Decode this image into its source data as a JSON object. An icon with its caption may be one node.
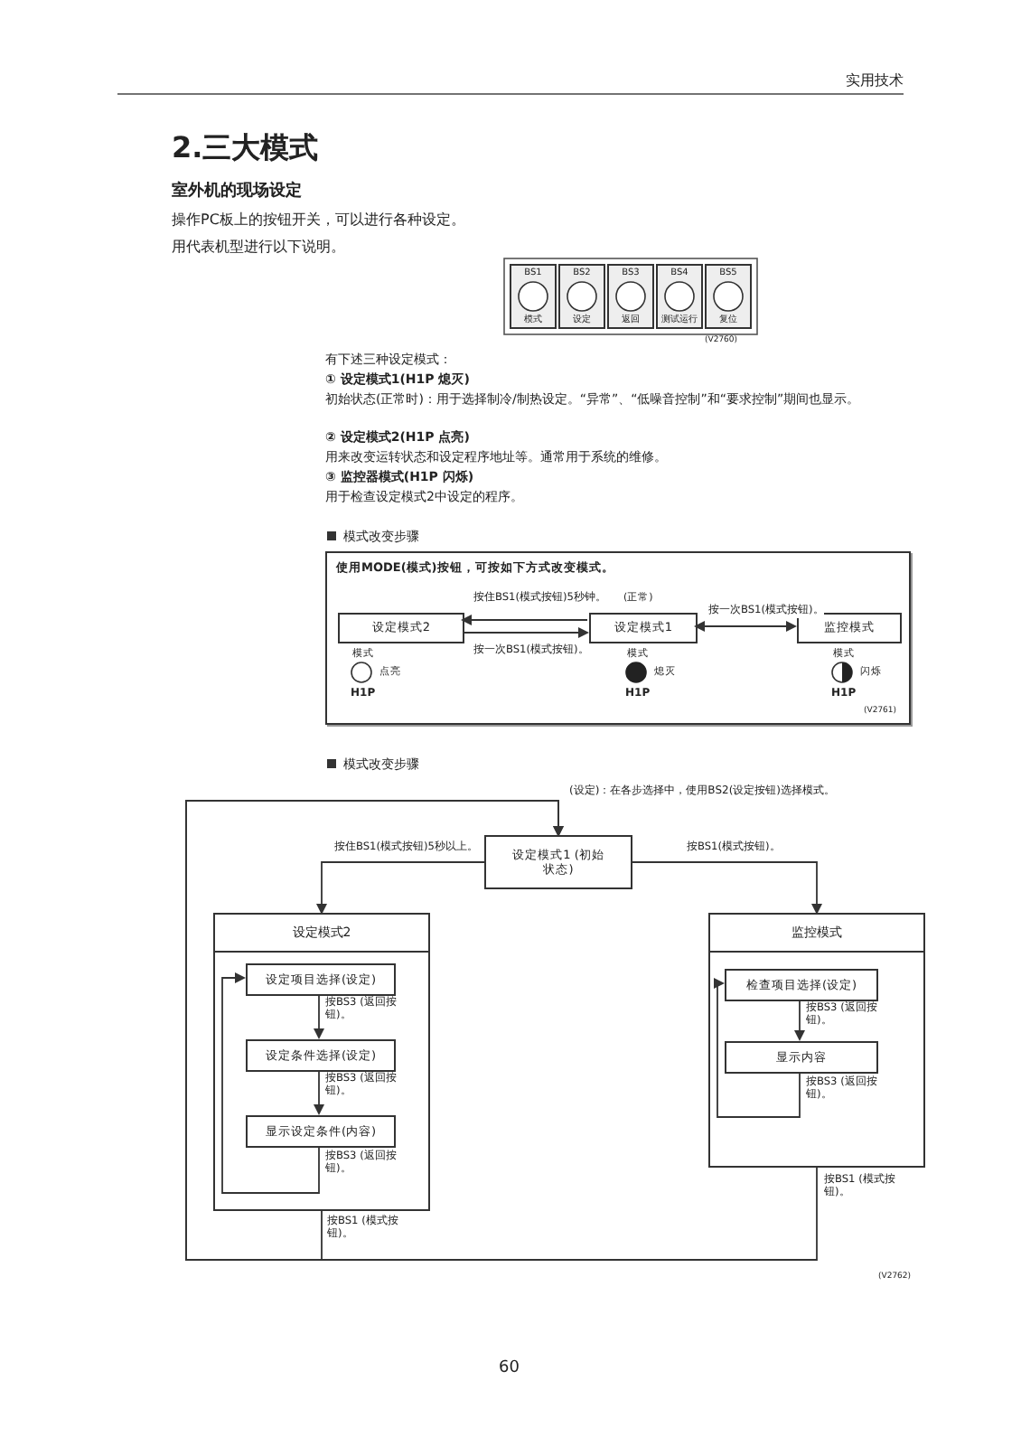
{
  "diagram": {
    "title": "2.三大模式",
    "nodes": [
      {
        "text": [
          "BS1",
          "模式"
        ]
      },
      {
        "text": [
          "BS2",
          "设定"
        ]
      },
      {
        "text": [
          "BS3",
          "返回"
        ]
      },
      {
        "text": [
          "BS4",
          "测试运行"
        ]
      },
      {
        "text": [
          "BS5",
          "复位"
        ]
      },
      {
        "text": [
          "使用MODE(模式)按钮，可按如下方式改变模式。"
        ]
      },
      {
        "text": [
          "设定模式2"
        ],
        "in": 5,
        "beside": [
          "模式",
          "点亮",
          "H1P"
        ]
      },
      {
        "text": [
          "设定模式1"
        ],
        "in": 5,
        "beside": [
          "(正常)",
          "模式",
          "熄灭",
          "H1P"
        ]
      },
      {
        "text": [
          "监控模式"
        ],
        "in": 5,
        "beside": [
          "模式",
          "闪烁",
          "H1P"
        ]
      },
      {
        "text": [
          "设定模式1 (初始状态)"
        ]
      },
      {
        "text": [
          "设定模式2"
        ]
      },
      {
        "text": [
          "设定项目选择(设定)"
        ],
        "in": 10
      },
      {
        "text": [
          "设定条件选择(设定)"
        ],
        "in": 10
      },
      {
        "text": [
          "显示设定条件(内容)"
        ],
        "in": 10
      },
      {
        "text": [
          "监控模式"
        ]
      },
      {
        "text": [
          "检查项目选择(设定)"
        ],
        "in": 14
      },
      {
        "text": [
          "显示内容"
        ],
        "in": 14
      }
    ],
    "edges": [
      {
        "from": 7,
        "to": 6,
        "arrow": "to",
        "label": "按住BS1(模式按钮)5秒钟。"
      },
      {
        "from": 6,
        "to": 7,
        "arrow": "to",
        "label": "按一次BS1(模式按钮)。"
      },
      {
        "from": 7,
        "to": 8,
        "arrow": "both",
        "label": "按一次BS1(模式按钮)。"
      },
      {
        "from": 9,
        "to": 10,
        "arrow": "to",
        "label": "按住BS1(模式按钮)5秒以上。"
      },
      {
        "from": 9,
        "to": 14,
        "arrow": "to",
        "label": "按BS1(模式按钮)。"
      },
      {
        "from": 11,
        "to": 12,
        "arrow": "to",
        "label": "按BS3 (返回按钮)。"
      },
      {
        "from": 12,
        "to": 13,
        "arrow": "to",
        "label": "按BS3 (返回按钮)。"
      },
      {
        "from": 13,
        "to": 11,
        "arrow": "to",
        "label": "按BS3 (返回按钮)。"
      },
      {
        "from": 15,
        "to": 16,
        "arrow": "to",
        "label": "按BS3 (返回按钮)。"
      },
      {
        "from": 16,
        "to": 15,
        "arrow": "to",
        "label": "按BS3 (返回按钮)。"
      },
      {
        "from": 10,
        "to": 9,
        "arrow": "to",
        "label": "按BS1 (模式按钮)。"
      },
      {
        "from": 14,
        "to": 9,
        "arrow": "to",
        "label": "按BS1 (模式按钮)。"
      }
    ],
    "labels": [
      "实用技术",
      "室外机的现场设定",
      "操作PC板上的按钮开关，可以进行各种设定。",
      "用代表机型进行以下说明。",
      "(V2760)",
      "有下述三种设定模式：",
      "① 设定模式1(H1P 熄灭)",
      "初始状态(正常时)：用于选择制冷/制热设定。“异常”、“低噪音控制”和“要求控制”期间也显示。",
      "② 设定模式2(H1P 点亮)",
      "用来改变运转状态和设定程序地址等。通常用于系统的维修。",
      "③ 监控器模式(H1P 闪烁)",
      "用于检查设定模式2中设定的程序。",
      "模式改变步骤",
      "(V2761)",
      "模式改变步骤",
      "(设定)：在各步选择中，使用BS2(设定按钮)选择模式。",
      "(V2762)",
      "60"
    ]
  }
}
